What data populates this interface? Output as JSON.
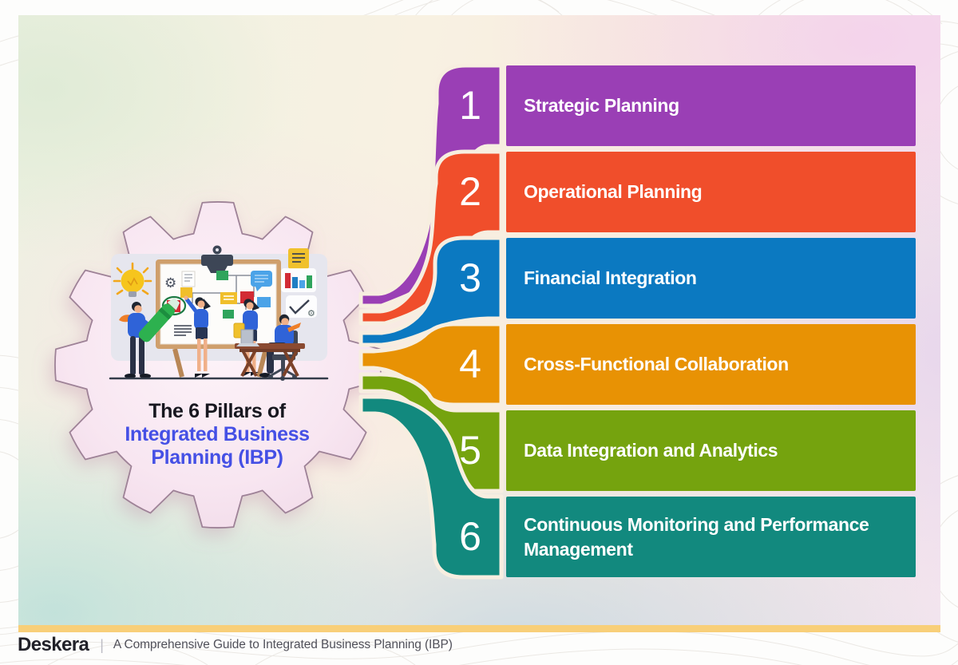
{
  "title": {
    "line1": "The 6 Pillars of",
    "line2": "Integrated Business",
    "line3": "Planning (IBP)"
  },
  "pillars": [
    {
      "number": "1",
      "label": "Strategic Planning",
      "color": "#9a3fb5"
    },
    {
      "number": "2",
      "label": "Operational Planning",
      "color": "#f04e2b"
    },
    {
      "number": "3",
      "label": "Financial Integration",
      "color": "#0b79c1"
    },
    {
      "number": "4",
      "label": "Cross-Functional Collaboration",
      "color": "#e89204"
    },
    {
      "number": "5",
      "label": "Data Integration and Analytics",
      "color": "#75a30e"
    },
    {
      "number": "6",
      "label": "Continuous Monitoring and Performance Management",
      "color": "#12897e"
    }
  ],
  "footer": {
    "brand": "Deskera",
    "separator": "|",
    "tagline": "A Comprehensive Guide to Integrated Business Planning (IBP)"
  },
  "accents": {
    "title_highlight": "#4550e5",
    "title_dark": "#17171f",
    "divider_yellow": "#f8cf79",
    "gear_fill": "#f8e7f2",
    "card_cream": "#f7eee0"
  },
  "icons": [
    "lightbulb",
    "whiteboard",
    "clipboard-clip",
    "sticky-notes",
    "speech-bubble",
    "document",
    "bar-chart",
    "checkmark",
    "gear",
    "laptop",
    "office-chair",
    "green-marker"
  ]
}
